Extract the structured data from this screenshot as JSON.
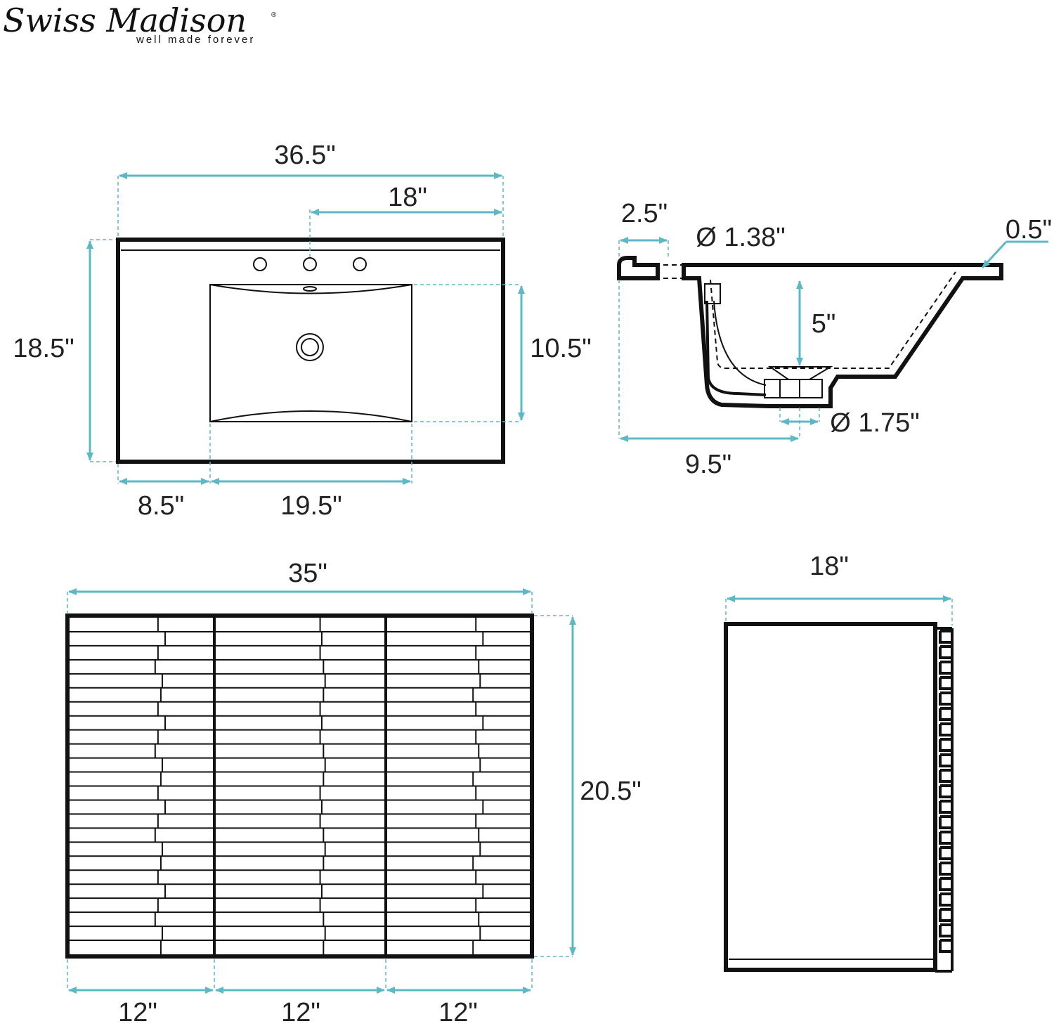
{
  "brand": {
    "name": "Swiss Madison",
    "registered_mark": "®",
    "tagline": "well made forever"
  },
  "colors": {
    "dimension_line": "#5bb8c4",
    "outline": "#111111",
    "text": "#222222"
  },
  "top_view": {
    "overall_width": "36.5\"",
    "faucet_center": "18\"",
    "depth": "18.5\"",
    "basin_depth": "10.5\"",
    "left_offset": "8.5\"",
    "basin_width": "19.5\""
  },
  "section_view": {
    "lip_width": "2.5\"",
    "overflow_diameter": "Ø 1.38\"",
    "rim_thickness": "0.5\"",
    "bowl_depth": "5\"",
    "drain_diameter": "Ø 1.75\"",
    "drain_offset": "9.5\""
  },
  "front_view": {
    "width": "35\"",
    "height": "20.5\"",
    "panel_left": "12\"",
    "panel_center": "12\"",
    "panel_right": "12\""
  },
  "side_view": {
    "depth": "18\""
  }
}
